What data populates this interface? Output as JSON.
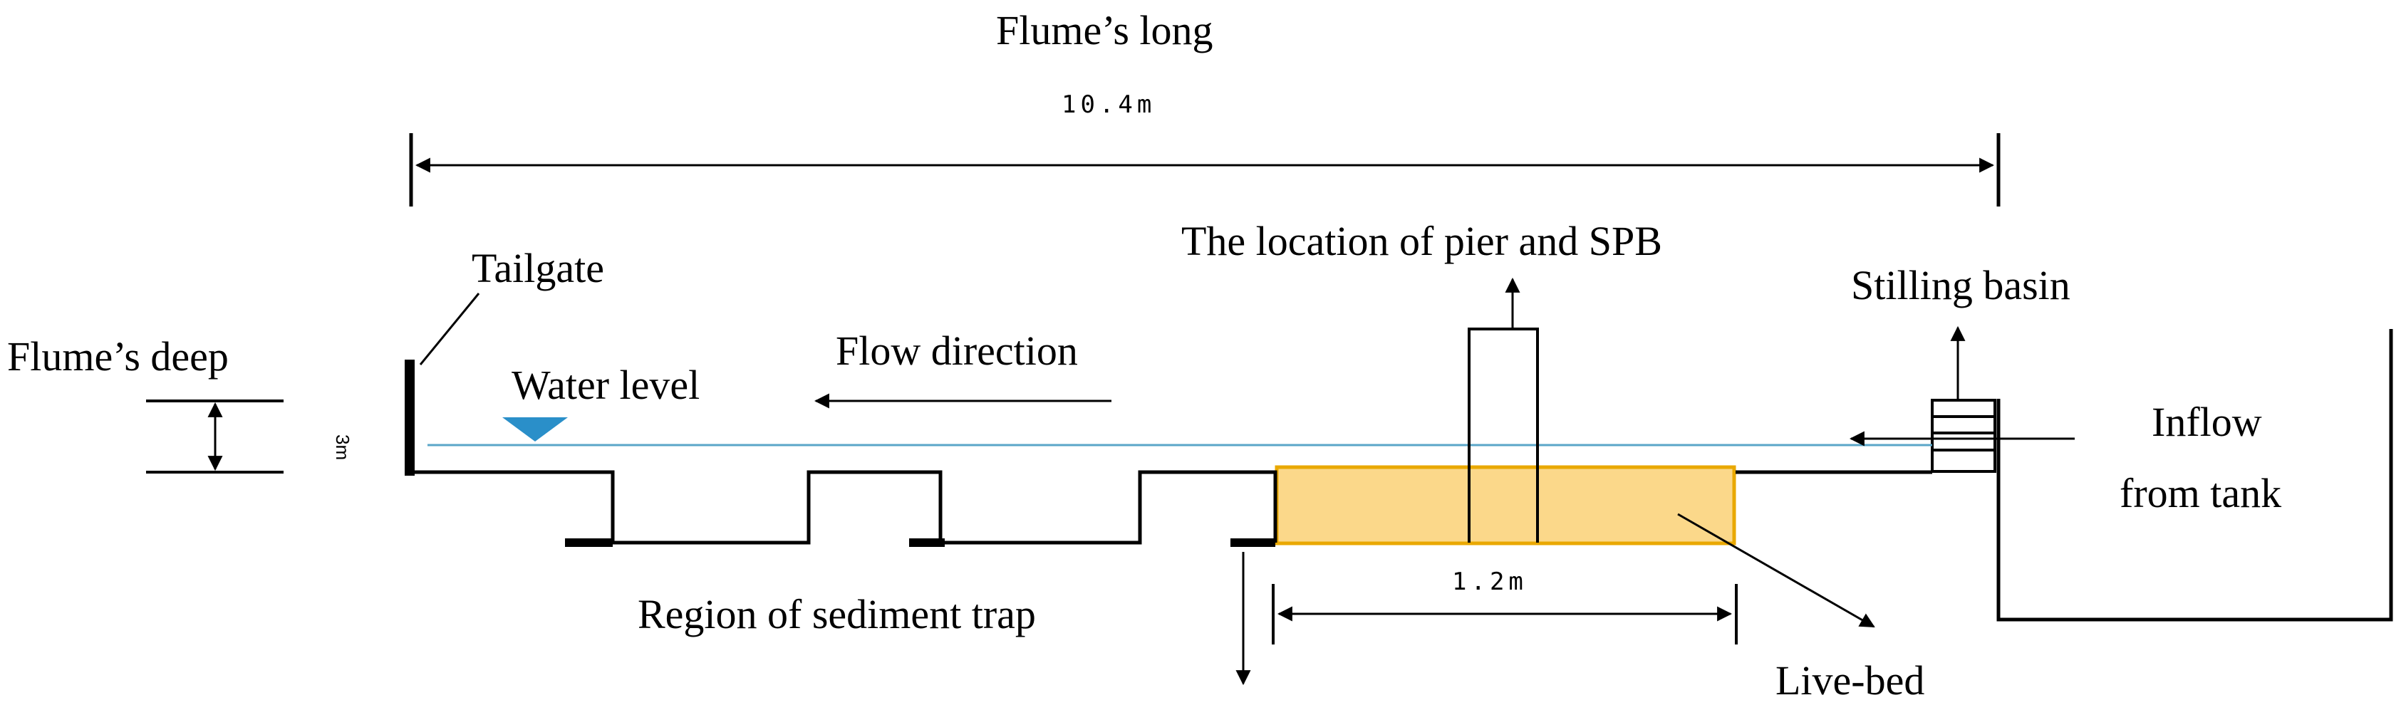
{
  "labels": {
    "flume_long": "Flume’s long",
    "flume_long_value": "10.4m",
    "pier_location": "The location of pier and SPB",
    "tailgate": "Tailgate",
    "stilling_basin": "Stilling basin",
    "flume_deep": "Flume’s deep",
    "depth_value": "3m",
    "water_level": "Water level",
    "flow_direction": "Flow direction",
    "inflow_line1": "Inflow",
    "inflow_line2": "from tank",
    "sediment_trap": "Region of sediment trap",
    "live_bed_length": "1.2m",
    "live_bed": "Live-bed"
  },
  "colors": {
    "live_bed_fill": "#fbd88a",
    "live_bed_border": "#e9a800",
    "water_line": "#5aa6c8",
    "water_marker": "#2a8fc9",
    "lines": "#000000"
  }
}
